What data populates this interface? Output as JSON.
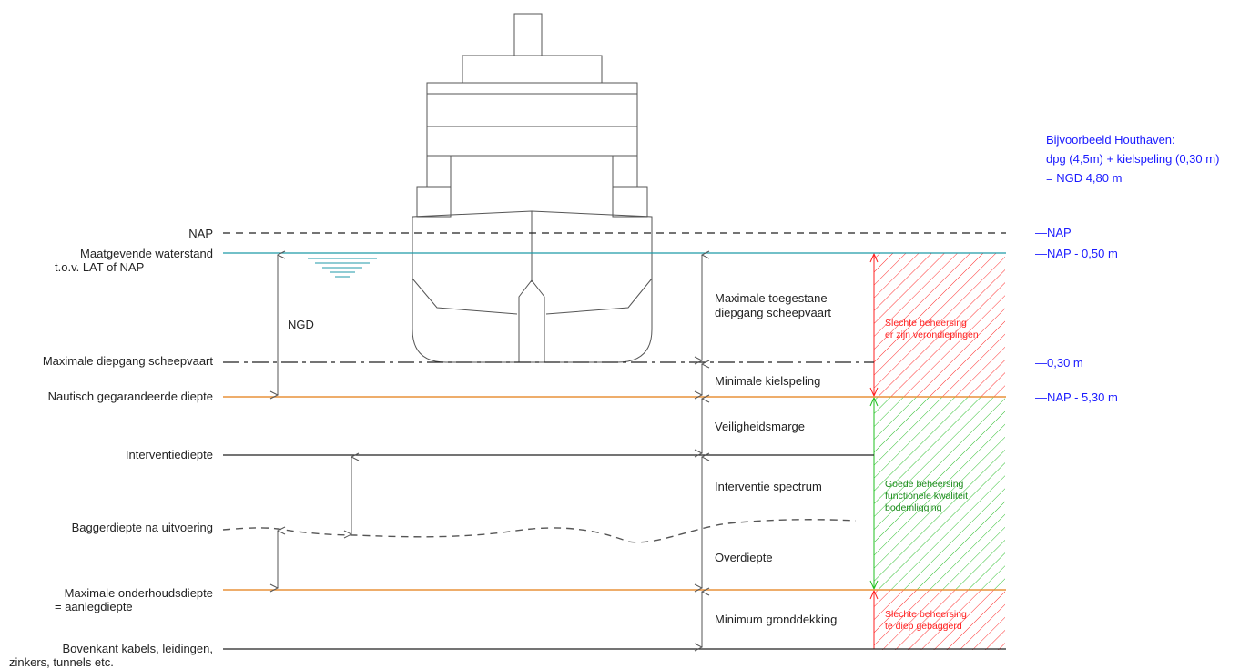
{
  "left_labels": {
    "nap": "NAP",
    "waterstand_1": "Maatgevende waterstand",
    "waterstand_2": "t.o.v. LAT of NAP",
    "ngd": "NGD",
    "max_diepgang": "Maximale diepgang scheepvaart",
    "nautisch": "Nautisch gegarandeerde diepte",
    "interventie": "Interventiediepte",
    "baggerdiepte": "Baggerdiepte na uitvoering",
    "onderhoud_1": "Maximale onderhoudsdiepte",
    "onderhoud_2": "= aanlegdiepte",
    "bovenkant_1": "Bovenkant kabels, leidingen,",
    "bovenkant_2": "zinkers, tunnels etc."
  },
  "middle_labels": {
    "toegestane_1": "Maximale toegestane",
    "toegestane_2": "diepgang scheepvaart",
    "kielspeling": "Minimale kielspeling",
    "veiligheid": "Veiligheidsmarge",
    "spectrum": "Interventie spectrum",
    "overdiepte": "Overdiepte",
    "gronddekking": "Minimum gronddekking"
  },
  "zones": {
    "top_1": "Slechte beheersing",
    "top_2": "er zijn verondiepingen",
    "mid_1": "Goede beheersing",
    "mid_2": "functionele kwaliteit",
    "mid_3": "bodemligging",
    "bot_1": "Slechte beheersing",
    "bot_2": "te diep gebaggerd"
  },
  "right_labels": {
    "example_1": "Bijvoorbeeld Houthaven:",
    "example_2": "dpg (4,5m) + kielspeling (0,30 m)",
    "example_3": "= NGD 4,80 m",
    "nap": "—NAP",
    "nap_050": "—NAP - 0,50 m",
    "m030": "—0,30 m",
    "nap_530": "—NAP - 5,30 m"
  },
  "colors": {
    "line": "#222222",
    "water": "#1f9aa8",
    "orange": "#e8923a",
    "red": "#ff2020",
    "green": "#20c020",
    "blue": "#1a1aff",
    "ship": "#555555"
  }
}
